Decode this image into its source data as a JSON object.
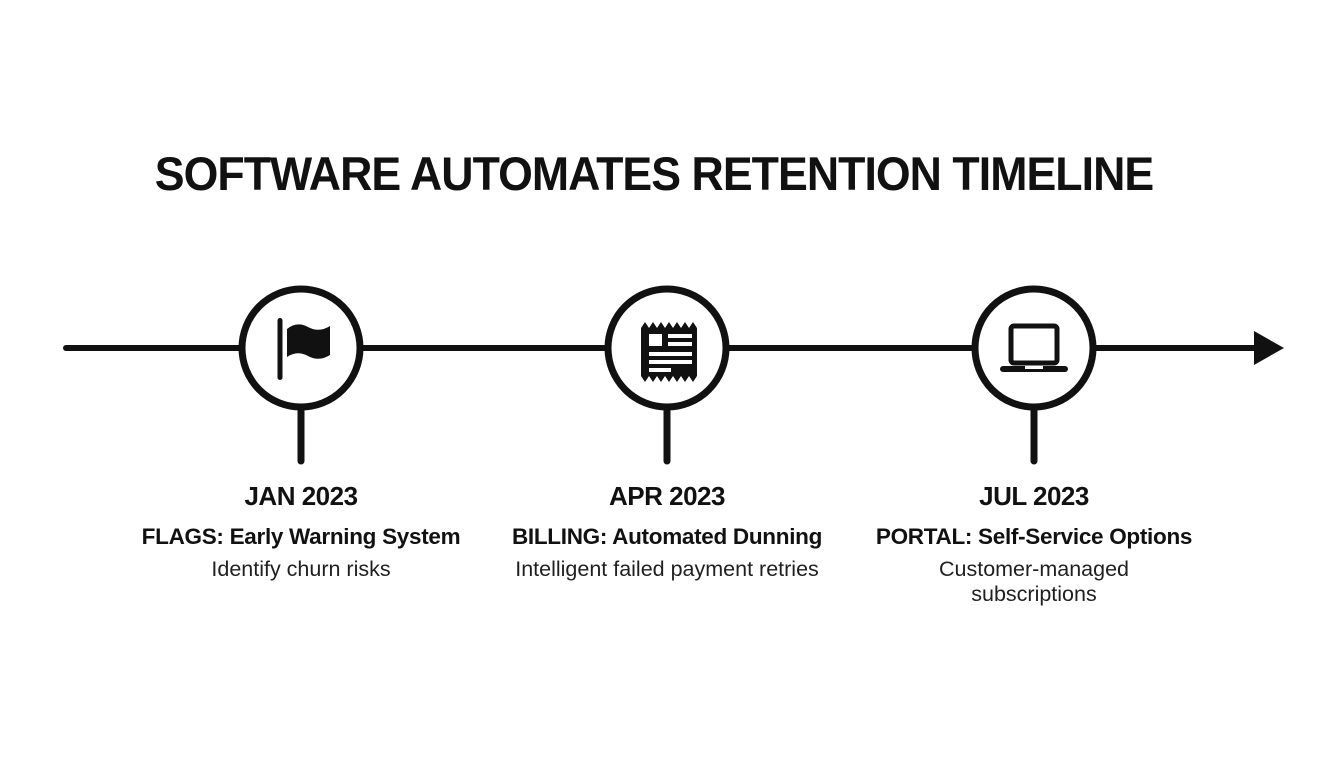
{
  "title": "SOFTWARE AUTOMATES RETENTION TIMELINE",
  "colors": {
    "foreground": "#111111",
    "background": "#ffffff"
  },
  "timeline": {
    "direction": "left-to-right",
    "milestones": [
      {
        "date": "JAN 2023",
        "headline": "FLAGS: Early Warning System",
        "description": "Identify churn risks",
        "icon": "flag-icon"
      },
      {
        "date": "APR 2023",
        "headline": "BILLING: Automated Dunning",
        "description": "Intelligent failed payment retries",
        "icon": "receipt-icon"
      },
      {
        "date": "JUL 2023",
        "headline": "PORTAL: Self-Service Options",
        "description": "Customer-managed subscriptions",
        "icon": "laptop-icon"
      }
    ]
  }
}
